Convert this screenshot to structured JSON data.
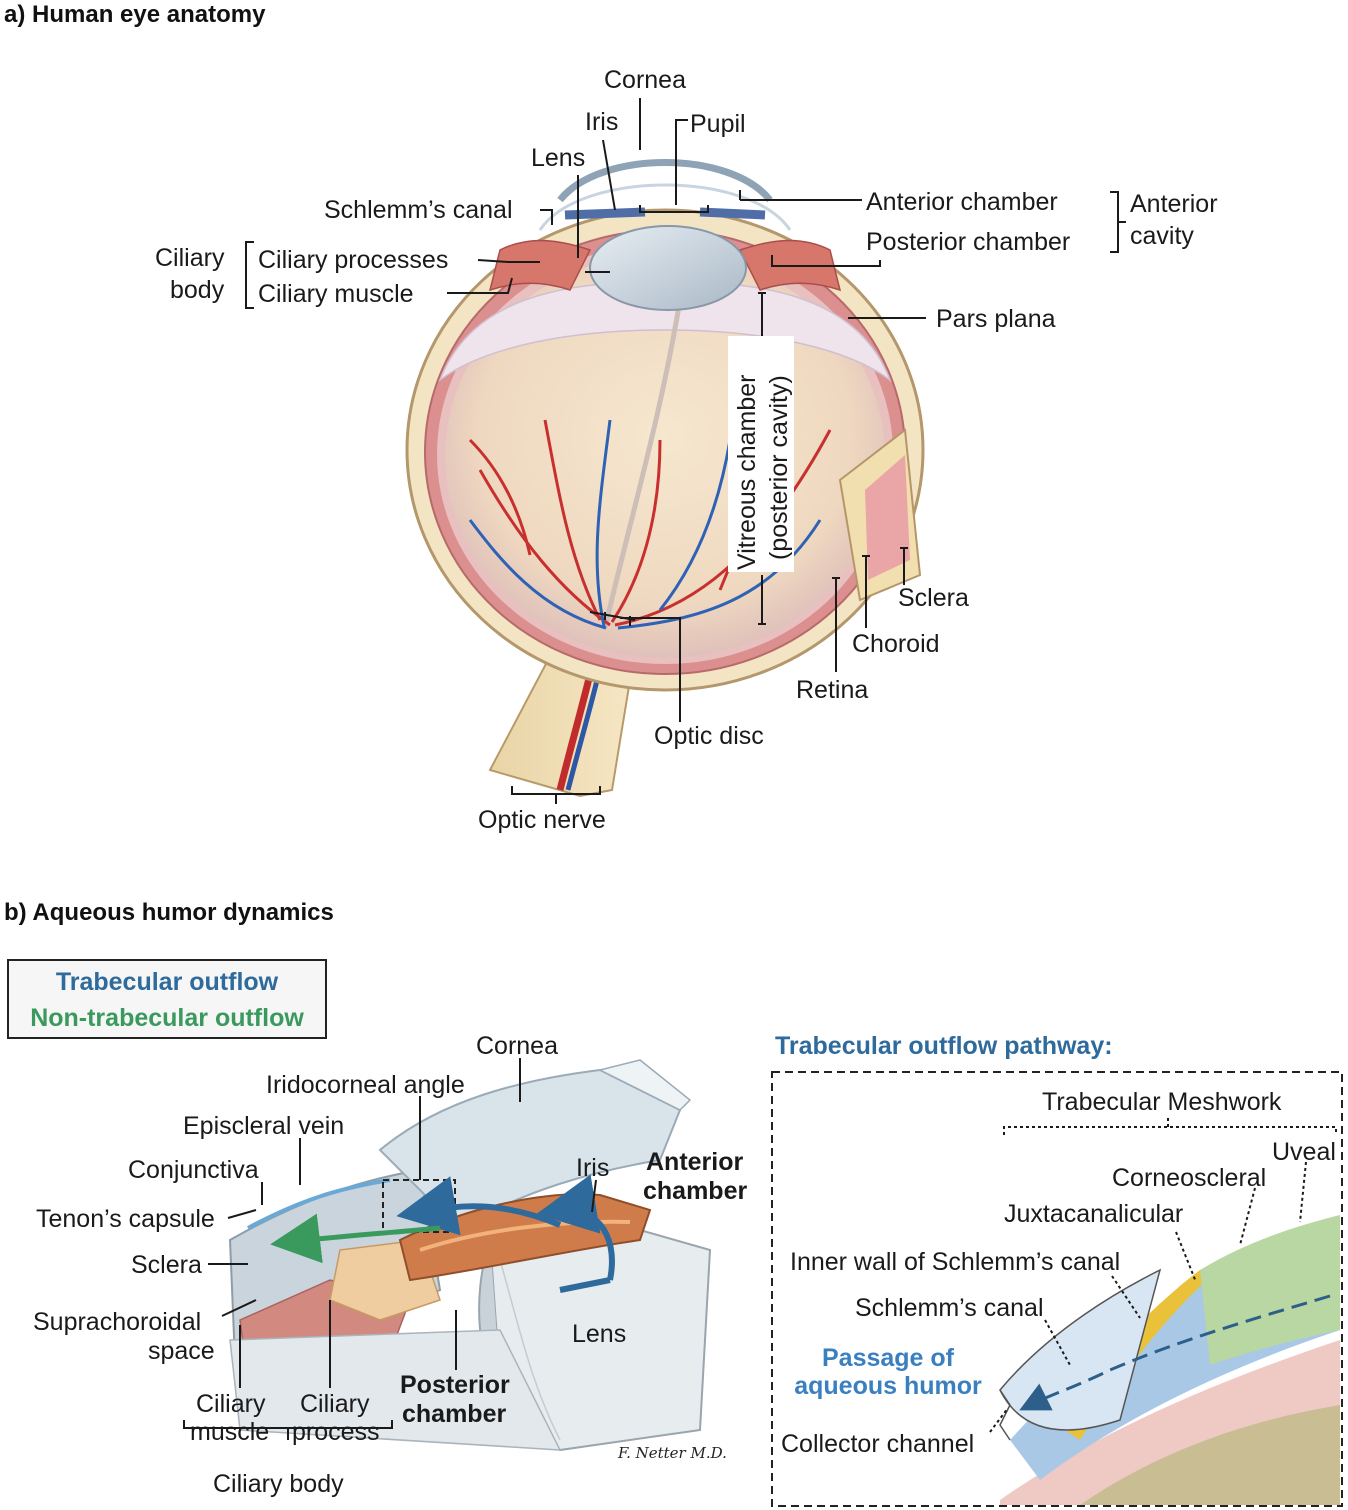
{
  "panel_a": {
    "title": "a) Human eye anatomy",
    "labels": {
      "cornea": "Cornea",
      "iris": "Iris",
      "pupil": "Pupil",
      "lens": "Lens",
      "schlemms_canal": "Schlemm’s canal",
      "anterior_chamber": "Anterior chamber",
      "posterior_chamber": "Posterior chamber",
      "anterior_cavity_1": "Anterior",
      "anterior_cavity_2": "cavity",
      "ciliary_body_1": "Ciliary",
      "ciliary_body_2": "body",
      "ciliary_processes": "Ciliary processes",
      "ciliary_muscle": "Ciliary muscle",
      "pars_plana": "Pars plana",
      "vitreous_1": "Vitreous chamber",
      "vitreous_2": "(posterior cavity)",
      "sclera": "Sclera",
      "choroid": "Choroid",
      "retina": "Retina",
      "optic_disc": "Optic disc",
      "optic_nerve": "Optic nerve"
    }
  },
  "panel_b": {
    "title": "b) Aqueous humor dynamics",
    "legend": {
      "trabecular": "Trabecular outflow",
      "non_trabecular": "Non-trabecular outflow"
    },
    "labels": {
      "cornea": "Cornea",
      "iridocorneal_angle": "Iridocorneal angle",
      "episcleral_vein": "Episcleral vein",
      "conjunctiva": "Conjunctiva",
      "tenons_capsule": "Tenon’s capsule",
      "sclera": "Sclera",
      "suprachoroidal_1": "Suprachoroidal",
      "suprachoroidal_2": "space",
      "ciliary_muscle_1": "Ciliary",
      "ciliary_muscle_2": "muscle",
      "ciliary_process_1": "Ciliary",
      "ciliary_process_2": "process",
      "ciliary_body": "Ciliary body",
      "iris": "Iris",
      "anterior_chamber_1": "Anterior",
      "anterior_chamber_2": "chamber",
      "posterior_chamber_1": "Posterior",
      "posterior_chamber_2": "chamber",
      "lens": "Lens",
      "signature": "F. Netter M.D."
    },
    "pathway": {
      "title": "Trabecular outflow pathway:",
      "trabecular_meshwork": "Trabecular Meshwork",
      "uveal": "Uveal",
      "corneoscleral": "Corneoscleral",
      "juxtacanalicular": "Juxtacanalicular",
      "inner_wall": "Inner wall of Schlemm’s canal",
      "schlemms_canal": "Schlemm’s canal",
      "passage_1": "Passage of",
      "passage_2": "aqueous humor",
      "collector_channel": "Collector channel"
    }
  },
  "colors": {
    "trabecular_blue": "#2e6a9c",
    "non_trabecular_green": "#3a9a5e",
    "passage_blue": "#3a7fc0"
  }
}
